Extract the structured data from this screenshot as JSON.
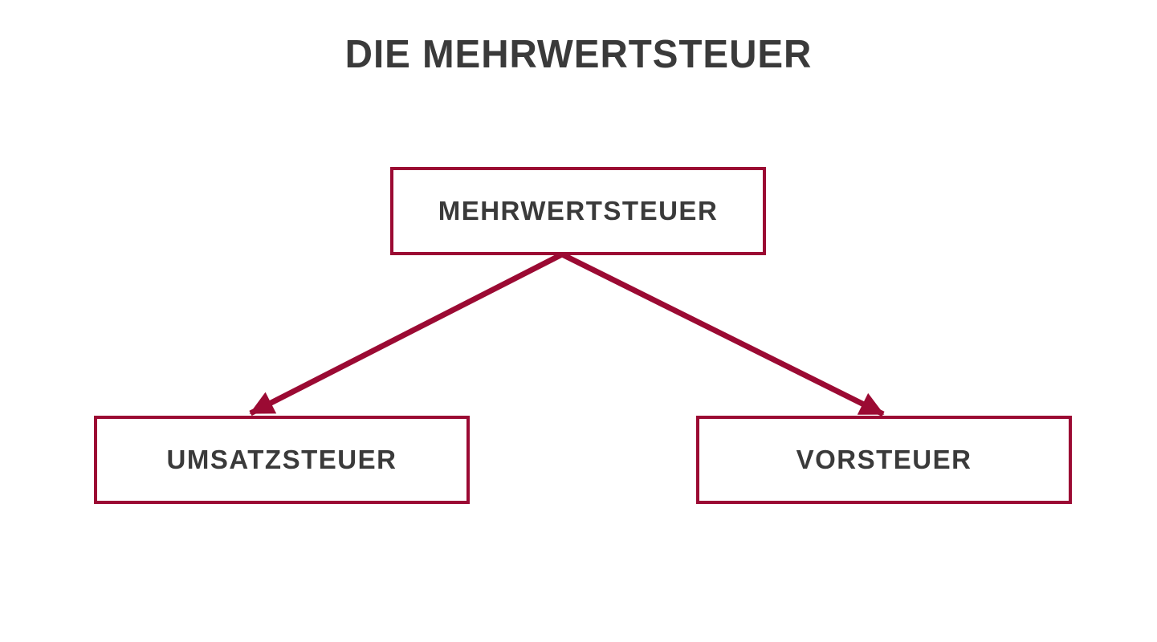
{
  "title": "DIE MEHRWERTSTEUER",
  "diagram": {
    "root_node": {
      "label": "MEHRWERTSTEUER"
    },
    "children": [
      {
        "label": "UMSATZSTEUER"
      },
      {
        "label": "VORSTEUER"
      }
    ]
  },
  "colors": {
    "accent": "#9b0a33",
    "text": "#3a3a3a",
    "background": "#ffffff"
  }
}
